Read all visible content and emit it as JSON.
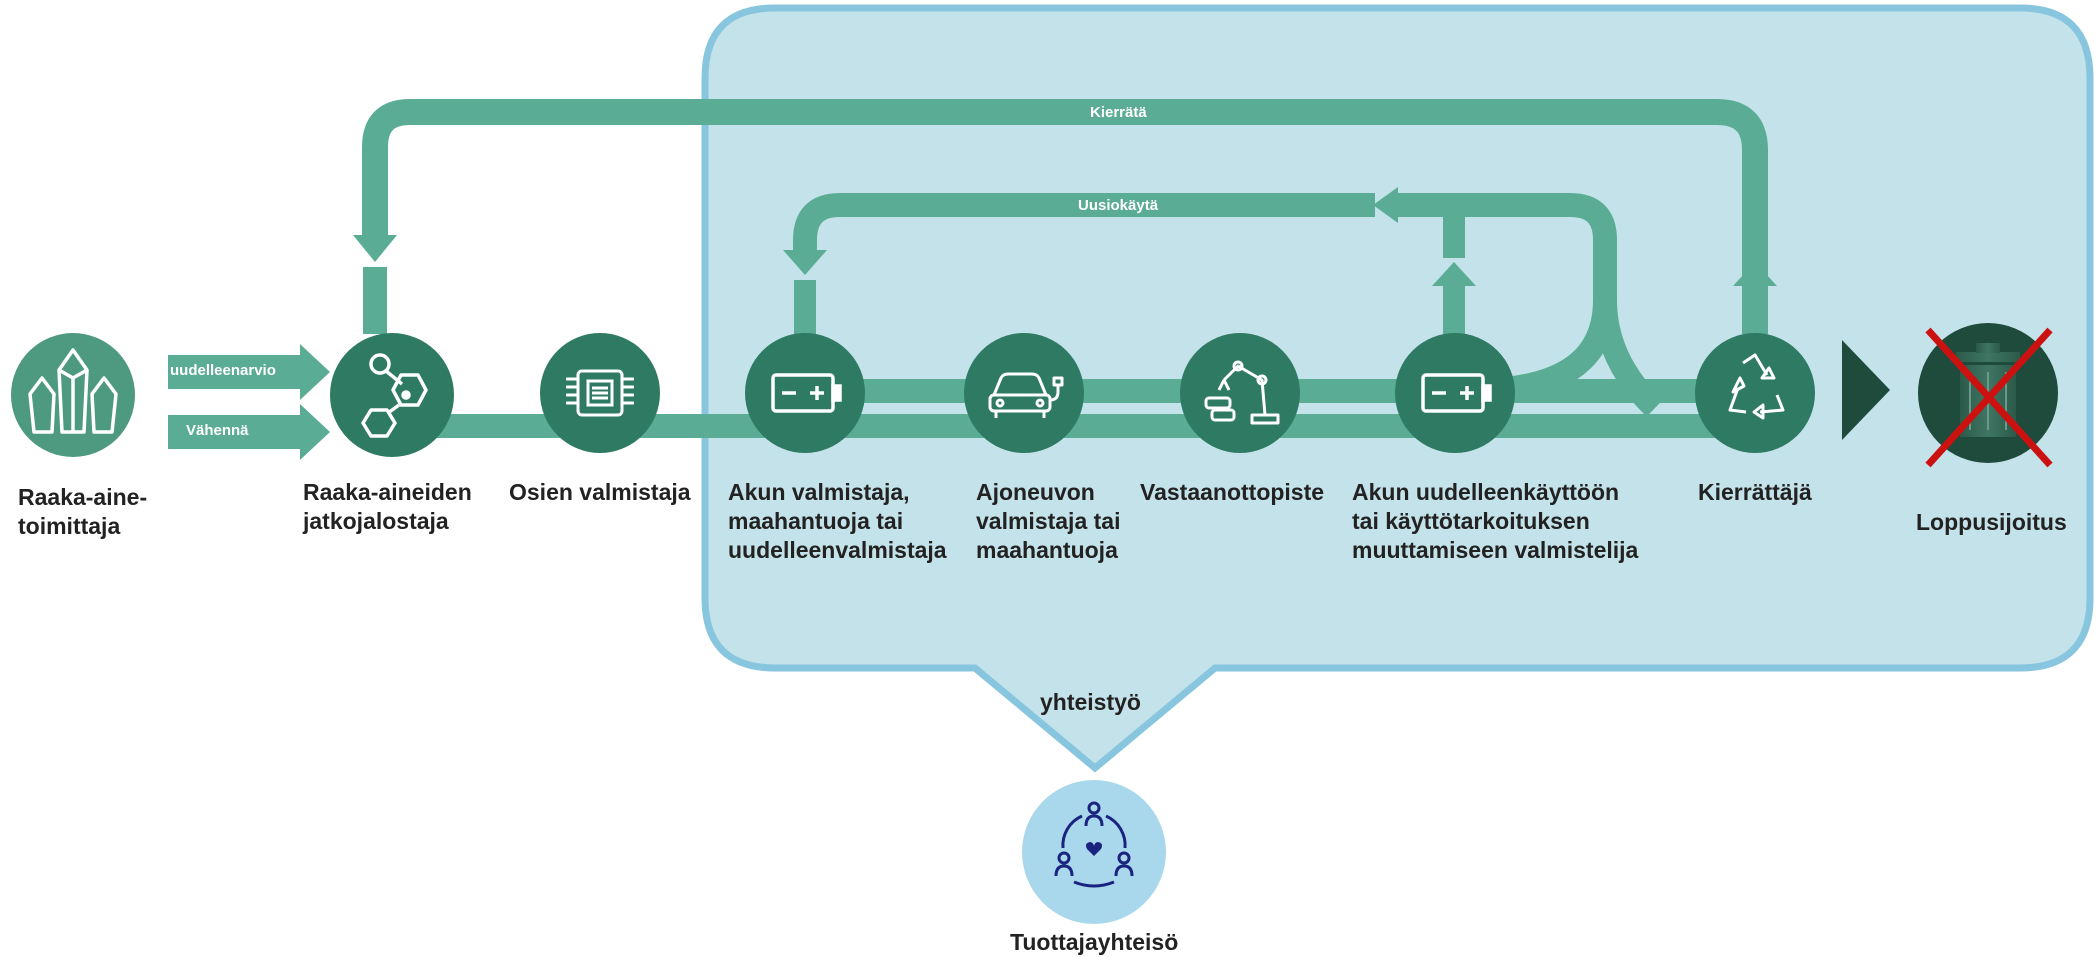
{
  "colors": {
    "flow": "#5aad94",
    "node": "#2e7a63",
    "node_light": "#4e9a80",
    "region_fill": "#c4e2ea",
    "region_stroke": "#87c6de",
    "community": "#a9d8ec",
    "community_icon": "#1a237e",
    "cross": "#cc1111",
    "end_node": "#1e4b3c",
    "label": "#222222"
  },
  "flows": {
    "recycle": "Kierrätä",
    "reuse": "Uusiokäytä",
    "reassess": "uudelleenarvio",
    "reduce": "Vähennä"
  },
  "nodes": [
    {
      "id": "raw-material-supplier",
      "icon": "crystal-icon",
      "lines": [
        "Raaka-aine-",
        "toimittaja"
      ]
    },
    {
      "id": "raw-material-refiner",
      "icon": "molecule-icon",
      "lines": [
        "Raaka-aineiden",
        "jatkojalostaja"
      ]
    },
    {
      "id": "component-manufacturer",
      "icon": "chip-icon",
      "lines": [
        "Osien valmistaja"
      ]
    },
    {
      "id": "battery-manufacturer",
      "icon": "battery-icon",
      "lines": [
        "Akun valmistaja,",
        "maahantuoja tai",
        "uudelleenvalmistaja"
      ]
    },
    {
      "id": "vehicle-manufacturer",
      "icon": "electric-car-icon",
      "lines": [
        "Ajoneuvon",
        "valmistaja tai",
        "maahantuoja"
      ]
    },
    {
      "id": "collection-point",
      "icon": "robot-arm-icon",
      "lines": [
        "Vastaanottopiste"
      ]
    },
    {
      "id": "reuse-preparer",
      "icon": "battery-icon",
      "lines": [
        "Akun uudelleenkäyttöön",
        "tai käyttötarkoituksen",
        "muuttamiseen valmistelija"
      ]
    },
    {
      "id": "recycler",
      "icon": "recycle-icon",
      "lines": [
        "Kierrättäjä"
      ]
    },
    {
      "id": "final-disposal",
      "icon": "crossed-bin-icon",
      "lines": [
        "Loppusijoitus"
      ]
    }
  ],
  "collaboration": "yhteistyö",
  "community": {
    "icon": "community-icon",
    "label": "Tuottajayhteisö"
  }
}
